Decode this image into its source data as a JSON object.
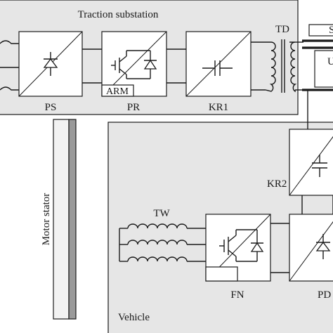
{
  "labels": {
    "substation": "Traction substation",
    "ps": "PS",
    "pr": "PR",
    "arm": "ARM",
    "kr1": "KR1",
    "td": "TD",
    "s_cut": "S",
    "u_cut": "U",
    "kr2": "KR2",
    "tw": "TW",
    "fn": "FN",
    "pd_cut": "PD",
    "motor_stator": "Motor stator",
    "vehicle": "Vehicle"
  },
  "colors": {
    "panel": "#e6e6e6",
    "stator_light": "#f2f2f2",
    "stator_dark": "#9a9a9a",
    "line": "#1a1a1a"
  }
}
